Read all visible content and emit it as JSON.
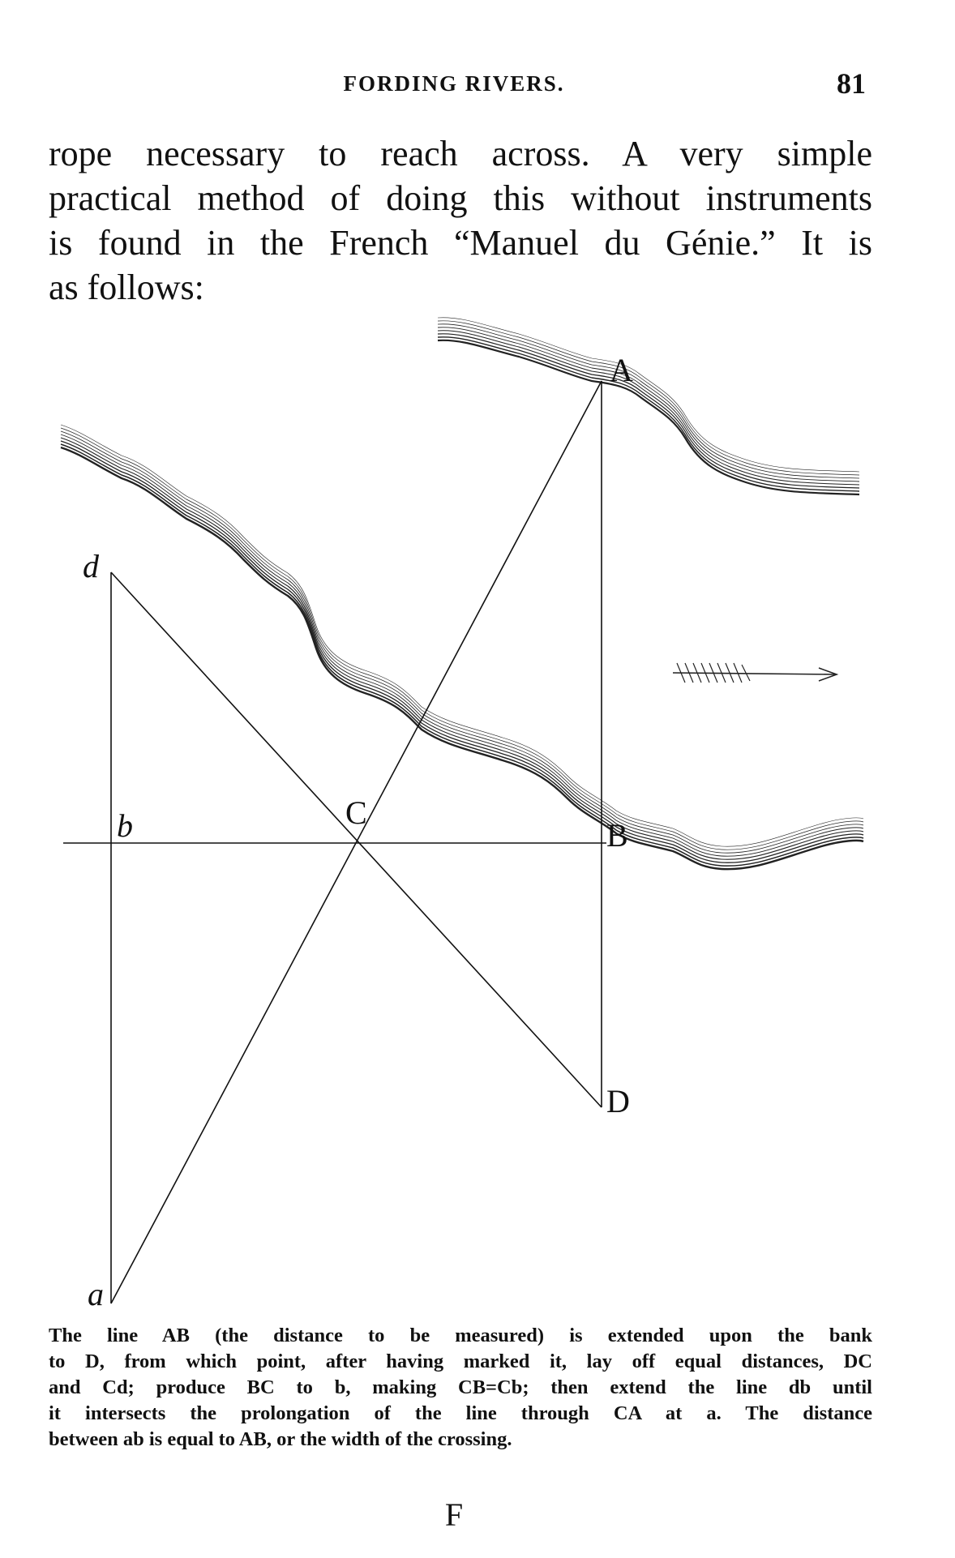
{
  "header": {
    "running_head": "FORDING RIVERS.",
    "page_number": "81"
  },
  "body": {
    "lines": [
      "rope necessary to reach across. A very simple",
      "practical method of doing this without instruments",
      "is found in the French “Manuel du Génie.” It is",
      "as follows:"
    ]
  },
  "figure": {
    "labels": {
      "A": "A",
      "B": "B",
      "C": "C",
      "D": "D",
      "a": "a",
      "b": "b",
      "d": "d"
    }
  },
  "caption": {
    "lines": [
      "The line AB (the distance to be measured) is extended upon the bank",
      "to D, from which point, after having marked it, lay off equal distances, DC",
      "and Cd; produce BC to b, making CB=Cb; then extend the line db until",
      "it intersects the prolongation of the line through CA at a. The distance",
      "between ab is equal to AB, or the width of the crossing."
    ]
  },
  "signature": "F"
}
